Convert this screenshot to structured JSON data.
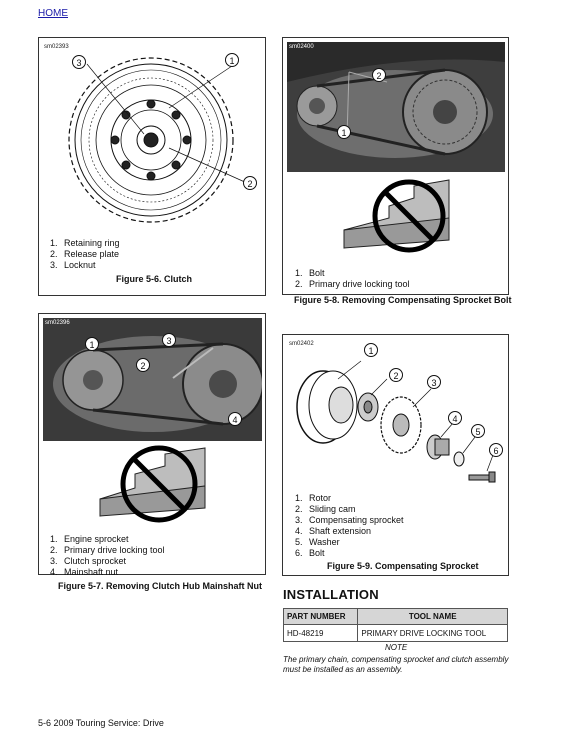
{
  "nav": {
    "home_label": "HOME"
  },
  "figures": {
    "fig56": {
      "tag": "sm02393",
      "callouts": [
        "3",
        "1",
        "2"
      ],
      "legend": [
        {
          "num": "1.",
          "text": "Retaining ring"
        },
        {
          "num": "2.",
          "text": "Release plate"
        },
        {
          "num": "3.",
          "text": "Locknut"
        }
      ],
      "caption": "Figure 5-6. Clutch"
    },
    "fig58": {
      "tag": "sm02400",
      "callouts": [
        "2",
        "1"
      ],
      "legend": [
        {
          "num": "1.",
          "text": "Bolt"
        },
        {
          "num": "2.",
          "text": "Primary drive locking tool"
        }
      ],
      "caption": "Figure 5-8. Removing Compensating Sprocket Bolt"
    },
    "fig57": {
      "tag": "sm02396",
      "callouts": [
        "1",
        "2",
        "3",
        "4"
      ],
      "legend": [
        {
          "num": "1.",
          "text": "Engine sprocket"
        },
        {
          "num": "2.",
          "text": "Primary drive locking tool"
        },
        {
          "num": "3.",
          "text": "Clutch sprocket"
        },
        {
          "num": "4.",
          "text": "Mainshaft nut"
        }
      ],
      "caption": "Figure 5-7. Removing Clutch Hub Mainshaft Nut"
    },
    "fig59": {
      "tag": "sm02402",
      "callouts": [
        "1",
        "2",
        "3",
        "4",
        "5",
        "6"
      ],
      "legend": [
        {
          "num": "1.",
          "text": "Rotor"
        },
        {
          "num": "2.",
          "text": "Sliding cam"
        },
        {
          "num": "3.",
          "text": "Compensating sprocket"
        },
        {
          "num": "4.",
          "text": "Shaft extension"
        },
        {
          "num": "5.",
          "text": "Washer"
        },
        {
          "num": "6.",
          "text": "Bolt"
        }
      ],
      "caption": "Figure 5-9. Compensating Sprocket"
    }
  },
  "installation": {
    "heading": "INSTALLATION",
    "table": {
      "headers": [
        "PART NUMBER",
        "TOOL NAME"
      ],
      "rows": [
        [
          "HD-48219",
          "PRIMARY DRIVE LOCKING TOOL"
        ]
      ]
    },
    "note_title": "NOTE",
    "note_text": "The primary chain, compensating sprocket and clutch assembly must be installed as an assembly."
  },
  "footer": {
    "text": "5-6  2009 Touring Service:  Drive"
  }
}
